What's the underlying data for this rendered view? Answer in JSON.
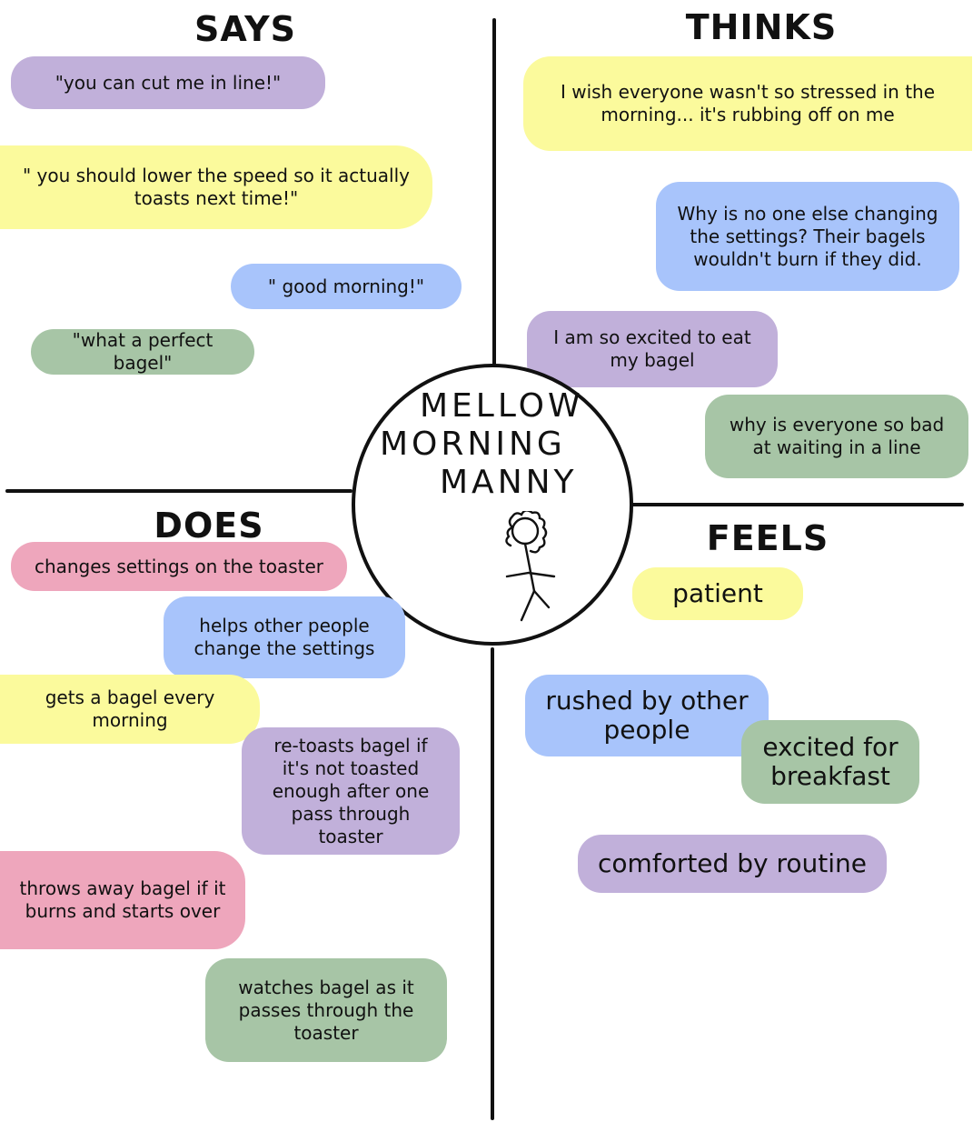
{
  "colors": {
    "purple": "#c1b0da",
    "yellow": "#fbfa9c",
    "blue": "#a8c4fb",
    "green": "#a7c5a6",
    "pink": "#eea6bc",
    "line": "#111111"
  },
  "persona": {
    "line1": "MELLOW",
    "line2": "MORNING",
    "line3": "MANNY",
    "figure_icon": "stick-figure-icon"
  },
  "says": {
    "header": "SAYS",
    "notes": [
      {
        "text": "\"you can cut me in line!\"",
        "color": "purple"
      },
      {
        "text": "\" you should lower the speed so it actually toasts next time!\"",
        "color": "yellow"
      },
      {
        "text": "\" good morning!\"",
        "color": "blue"
      },
      {
        "text": "\"what a perfect bagel\"",
        "color": "green"
      }
    ]
  },
  "thinks": {
    "header": "THINKS",
    "notes": [
      {
        "text": "I wish everyone wasn't so stressed in the morning... it's rubbing off on me",
        "color": "yellow"
      },
      {
        "text": "Why is no one else changing the settings? Their bagels wouldn't burn if they did.",
        "color": "blue"
      },
      {
        "text": "I am so excited to eat my bagel",
        "color": "purple"
      },
      {
        "text": "why is everyone so bad at waiting in a line",
        "color": "green"
      }
    ]
  },
  "does": {
    "header": "DOES",
    "notes": [
      {
        "text": "changes settings on the toaster",
        "color": "pink"
      },
      {
        "text": "helps other people change the settings",
        "color": "blue"
      },
      {
        "text": "gets a bagel every morning",
        "color": "yellow"
      },
      {
        "text": "re-toasts bagel if it's not toasted enough after one pass through toaster",
        "color": "purple"
      },
      {
        "text": "throws away bagel if it burns and starts over",
        "color": "pink"
      },
      {
        "text": "watches bagel as it passes through the toaster",
        "color": "green"
      }
    ]
  },
  "feels": {
    "header": "FEELS",
    "notes": [
      {
        "text": "patient",
        "color": "yellow"
      },
      {
        "text": "rushed by other people",
        "color": "blue"
      },
      {
        "text": "excited for breakfast",
        "color": "green"
      },
      {
        "text": "comforted by routine",
        "color": "purple"
      }
    ]
  }
}
